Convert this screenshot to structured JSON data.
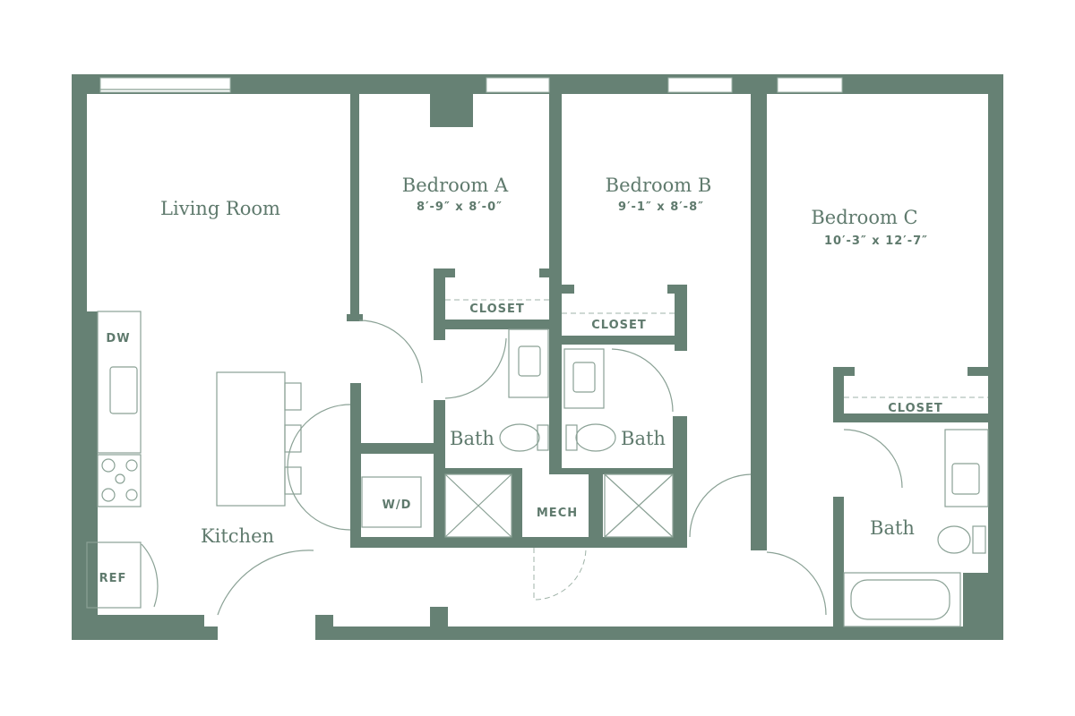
{
  "colors": {
    "wall": "#668174",
    "text": "#5f7a6d",
    "background": "#ffffff"
  },
  "rooms": {
    "living_room": {
      "name": "Living Room"
    },
    "bedroom_a": {
      "name": "Bedroom A",
      "dimensions": "8′-9″ x 8′-0″"
    },
    "bedroom_b": {
      "name": "Bedroom B",
      "dimensions": "9′-1″ x 8′-8″"
    },
    "bedroom_c": {
      "name": "Bedroom C",
      "dimensions": "10′-3″ x 12′-7″"
    },
    "kitchen": {
      "name": "Kitchen"
    },
    "bath_a": {
      "name": "Bath"
    },
    "bath_b": {
      "name": "Bath"
    },
    "bath_c": {
      "name": "Bath"
    }
  },
  "fixtures": {
    "closet_a": "CLOSET",
    "closet_b": "CLOSET",
    "closet_c": "CLOSET",
    "dishwasher": "DW",
    "washer_dryer": "W/D",
    "mechanical": "MECH",
    "refrigerator": "REF"
  }
}
